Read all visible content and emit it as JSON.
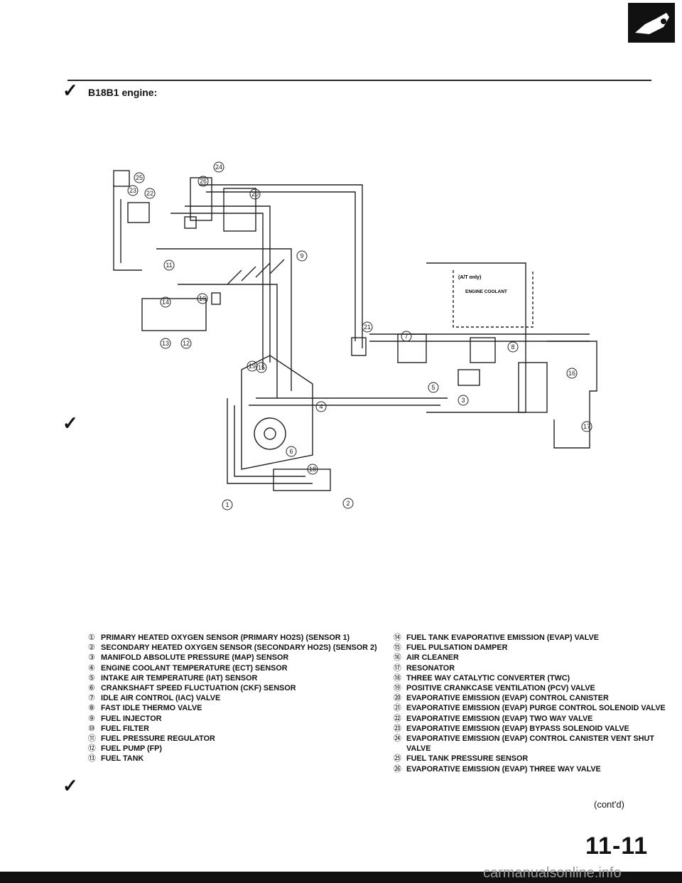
{
  "header": {
    "title": "B18B1 engine:",
    "logo_icon": "car-icon"
  },
  "diagram": {
    "note_at": "(A/T only)",
    "note_coolant": "ENGINE COOLANT",
    "callouts": [
      "1",
      "2",
      "3",
      "4",
      "5",
      "6",
      "7",
      "8",
      "9",
      "10",
      "11",
      "12",
      "13",
      "14",
      "15",
      "16",
      "17",
      "18",
      "19",
      "20",
      "21",
      "22",
      "23",
      "24",
      "25",
      "26"
    ]
  },
  "legend_left": [
    {
      "num": "①",
      "text": "PRIMARY HEATED OXYGEN SENSOR (PRIMARY HO2S) (SENSOR 1)"
    },
    {
      "num": "②",
      "text": "SECONDARY HEATED OXYGEN SENSOR (SECONDARY HO2S) (SENSOR 2)"
    },
    {
      "num": "③",
      "text": "MANIFOLD ABSOLUTE PRESSURE (MAP) SENSOR"
    },
    {
      "num": "④",
      "text": "ENGINE COOLANT TEMPERATURE (ECT) SENSOR"
    },
    {
      "num": "⑤",
      "text": "INTAKE AIR TEMPERATURE (IAT) SENSOR"
    },
    {
      "num": "⑥",
      "text": "CRANKSHAFT SPEED FLUCTUATION (CKF) SENSOR"
    },
    {
      "num": "⑦",
      "text": "IDLE AIR CONTROL (IAC) VALVE"
    },
    {
      "num": "⑧",
      "text": "FAST IDLE THERMO VALVE"
    },
    {
      "num": "⑨",
      "text": "FUEL INJECTOR"
    },
    {
      "num": "⑩",
      "text": "FUEL FILTER"
    },
    {
      "num": "⑪",
      "text": "FUEL PRESSURE REGULATOR"
    },
    {
      "num": "⑫",
      "text": "FUEL PUMP (FP)"
    },
    {
      "num": "⑬",
      "text": "FUEL TANK"
    }
  ],
  "legend_right": [
    {
      "num": "⑭",
      "text": "FUEL TANK EVAPORATIVE EMISSION (EVAP) VALVE"
    },
    {
      "num": "⑮",
      "text": "FUEL PULSATION DAMPER"
    },
    {
      "num": "⑯",
      "text": "AIR CLEANER"
    },
    {
      "num": "⑰",
      "text": "RESONATOR"
    },
    {
      "num": "⑱",
      "text": "THREE WAY CATALYTIC CONVERTER (TWC)"
    },
    {
      "num": "⑲",
      "text": "POSITIVE CRANKCASE VENTILATION (PCV) VALVE"
    },
    {
      "num": "⑳",
      "text": "EVAPORATIVE EMISSION (EVAP) CONTROL CANISTER"
    },
    {
      "num": "㉑",
      "text": "EVAPORATIVE EMISSION (EVAP) PURGE CONTROL SOLENOID VALVE"
    },
    {
      "num": "㉒",
      "text": "EVAPORATIVE EMISSION (EVAP) TWO WAY VALVE"
    },
    {
      "num": "㉓",
      "text": "EVAPORATIVE EMISSION (EVAP) BYPASS SOLENOID VALVE"
    },
    {
      "num": "㉔",
      "text": "EVAPORATIVE EMISSION (EVAP) CONTROL CANISTER VENT SHUT VALVE"
    },
    {
      "num": "㉕",
      "text": "FUEL TANK PRESSURE SENSOR"
    },
    {
      "num": "㉖",
      "text": "EVAPORATIVE EMISSION (EVAP) THREE WAY VALVE"
    }
  ],
  "footer": {
    "contd": "(cont'd)",
    "page_number": "11-11",
    "watermark": "carmanualsonline.info"
  }
}
